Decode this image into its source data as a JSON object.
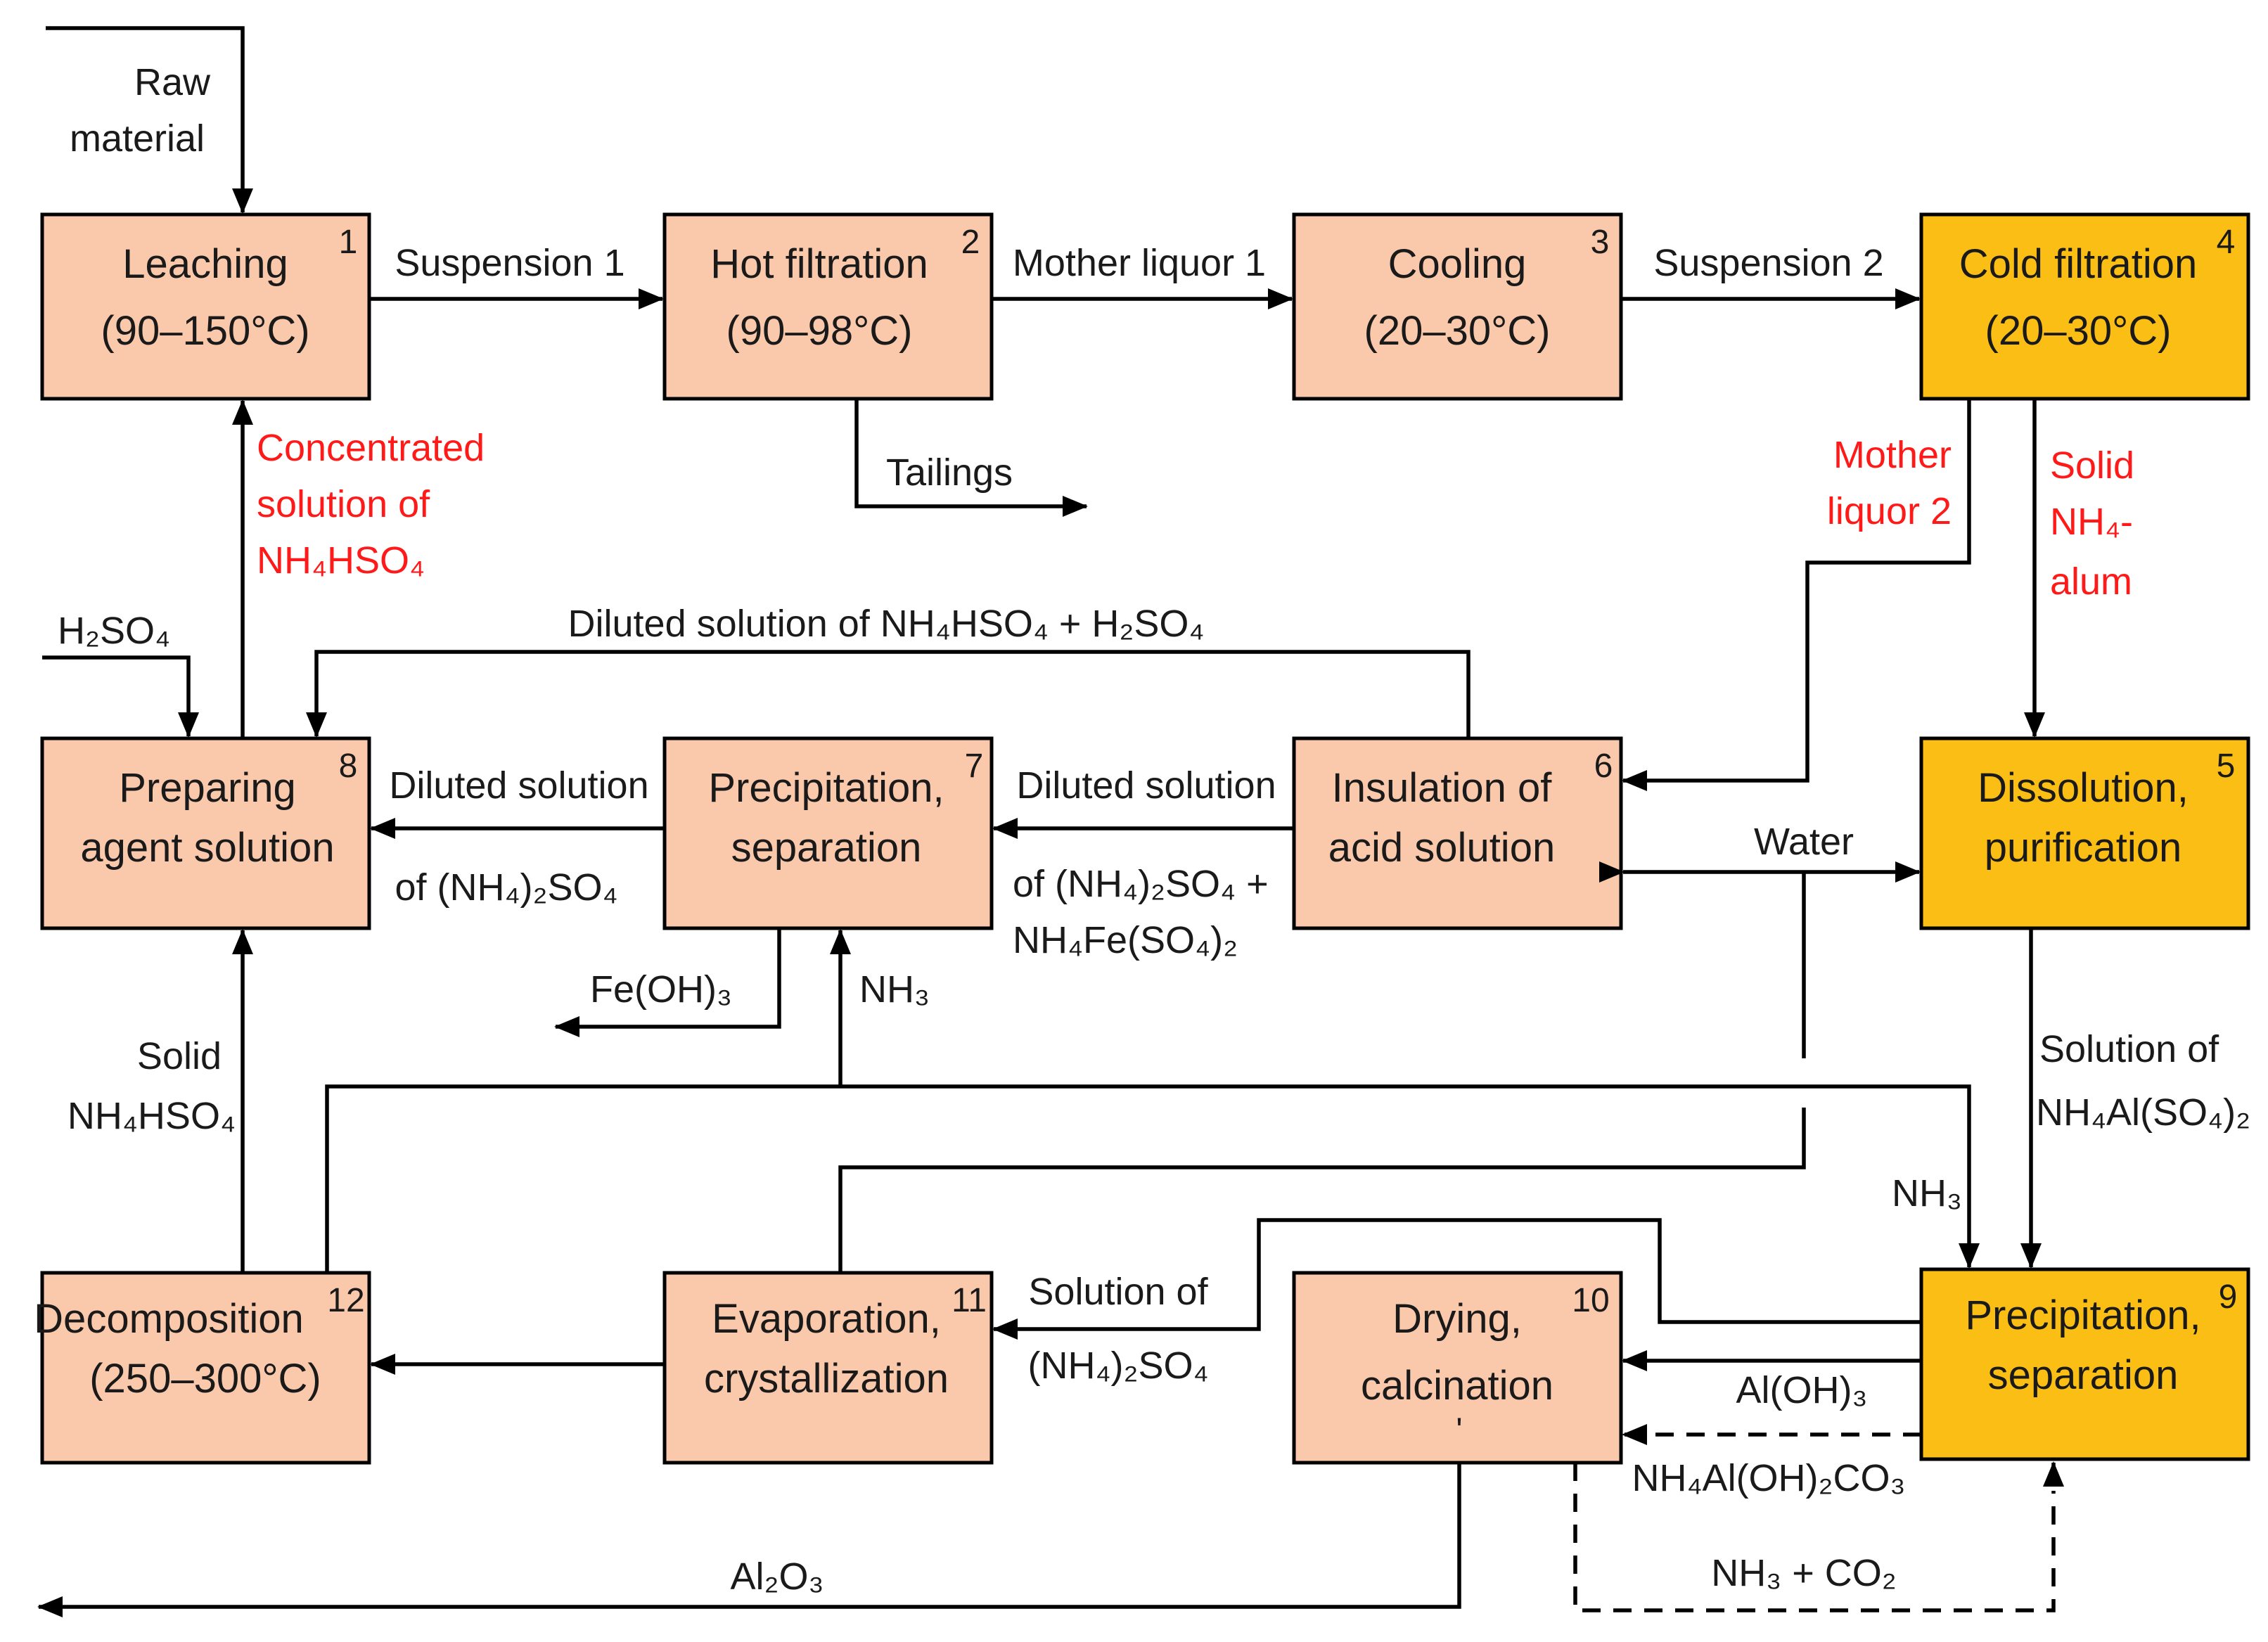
{
  "boxes": [
    {
      "num": "1",
      "line1": "Leaching",
      "line2": "(90–150°C)"
    },
    {
      "num": "2",
      "line1": "Hot filtration",
      "line2": "(90–98°C)"
    },
    {
      "num": "3",
      "line1": "Cooling",
      "line2": "(20–30°C)"
    },
    {
      "num": "4",
      "line1": "Cold filtration",
      "line2": "(20–30°C)"
    },
    {
      "num": "5",
      "line1": "Dissolution,",
      "line2": "purification"
    },
    {
      "num": "6",
      "line1": "Insulation of",
      "line2": "acid solution"
    },
    {
      "num": "7",
      "line1": "Precipitation,",
      "line2": "separation"
    },
    {
      "num": "8",
      "line1": "Preparing",
      "line2": "agent solution"
    },
    {
      "num": "9",
      "line1": "Precipitation,",
      "line2": "separation"
    },
    {
      "num": "10",
      "line1": "Drying,",
      "line2": "calcination",
      "mark": "'"
    },
    {
      "num": "11",
      "line1": "Evaporation,",
      "line2": "crystallization"
    },
    {
      "num": "12",
      "line1": "Decomposition",
      "line2": "(250–300°C)"
    }
  ],
  "labels": {
    "raw_material_1": "Raw",
    "raw_material_2": "material",
    "suspension_1": "Suspension 1",
    "mother_liquor_1": "Mother liquor 1",
    "suspension_2": "Suspension 2",
    "tailings": "Tailings",
    "conc_1": "Concentrated",
    "conc_2": "solution of",
    "conc_3": "NH₄HSO₄",
    "mother_liquor_2a": "Mother",
    "mother_liquor_2b": "liquor 2",
    "solid_alum_1": "Solid",
    "solid_alum_2": "NH₄-",
    "solid_alum_3": "alum",
    "h2so4": "H₂SO₄",
    "diluted_acid": "Diluted solution of NH₄HSO₄ + H₂SO₄",
    "dil_as_1": "Diluted solution",
    "dil_as_2": "of (NH₄)₂SO₄",
    "dil_fe_1": "Diluted solution",
    "dil_fe_2": "of (NH₄)₂SO₄ +",
    "dil_fe_3": "NH₄Fe(SO₄)₂",
    "water": "Water",
    "feoh3": "Fe(OH)₃",
    "nh3_7": "NH₃",
    "solid_nh4hso4_1": "Solid",
    "solid_nh4hso4_2": "NH₄HSO₄",
    "sol_al_1": "Solution of",
    "sol_al_2": "NH₄Al(SO₄)₂",
    "nh3_9": "NH₃",
    "sol_as_1": "Solution of",
    "sol_as_2": "(NH₄)₂SO₄",
    "aloh3": "Al(OH)₃",
    "nh4aloh2co3": "NH₄Al(OH)₂CO₃",
    "nh3_co2": "NH₃  + CO₂",
    "al2o3": "Al₂O₃"
  }
}
